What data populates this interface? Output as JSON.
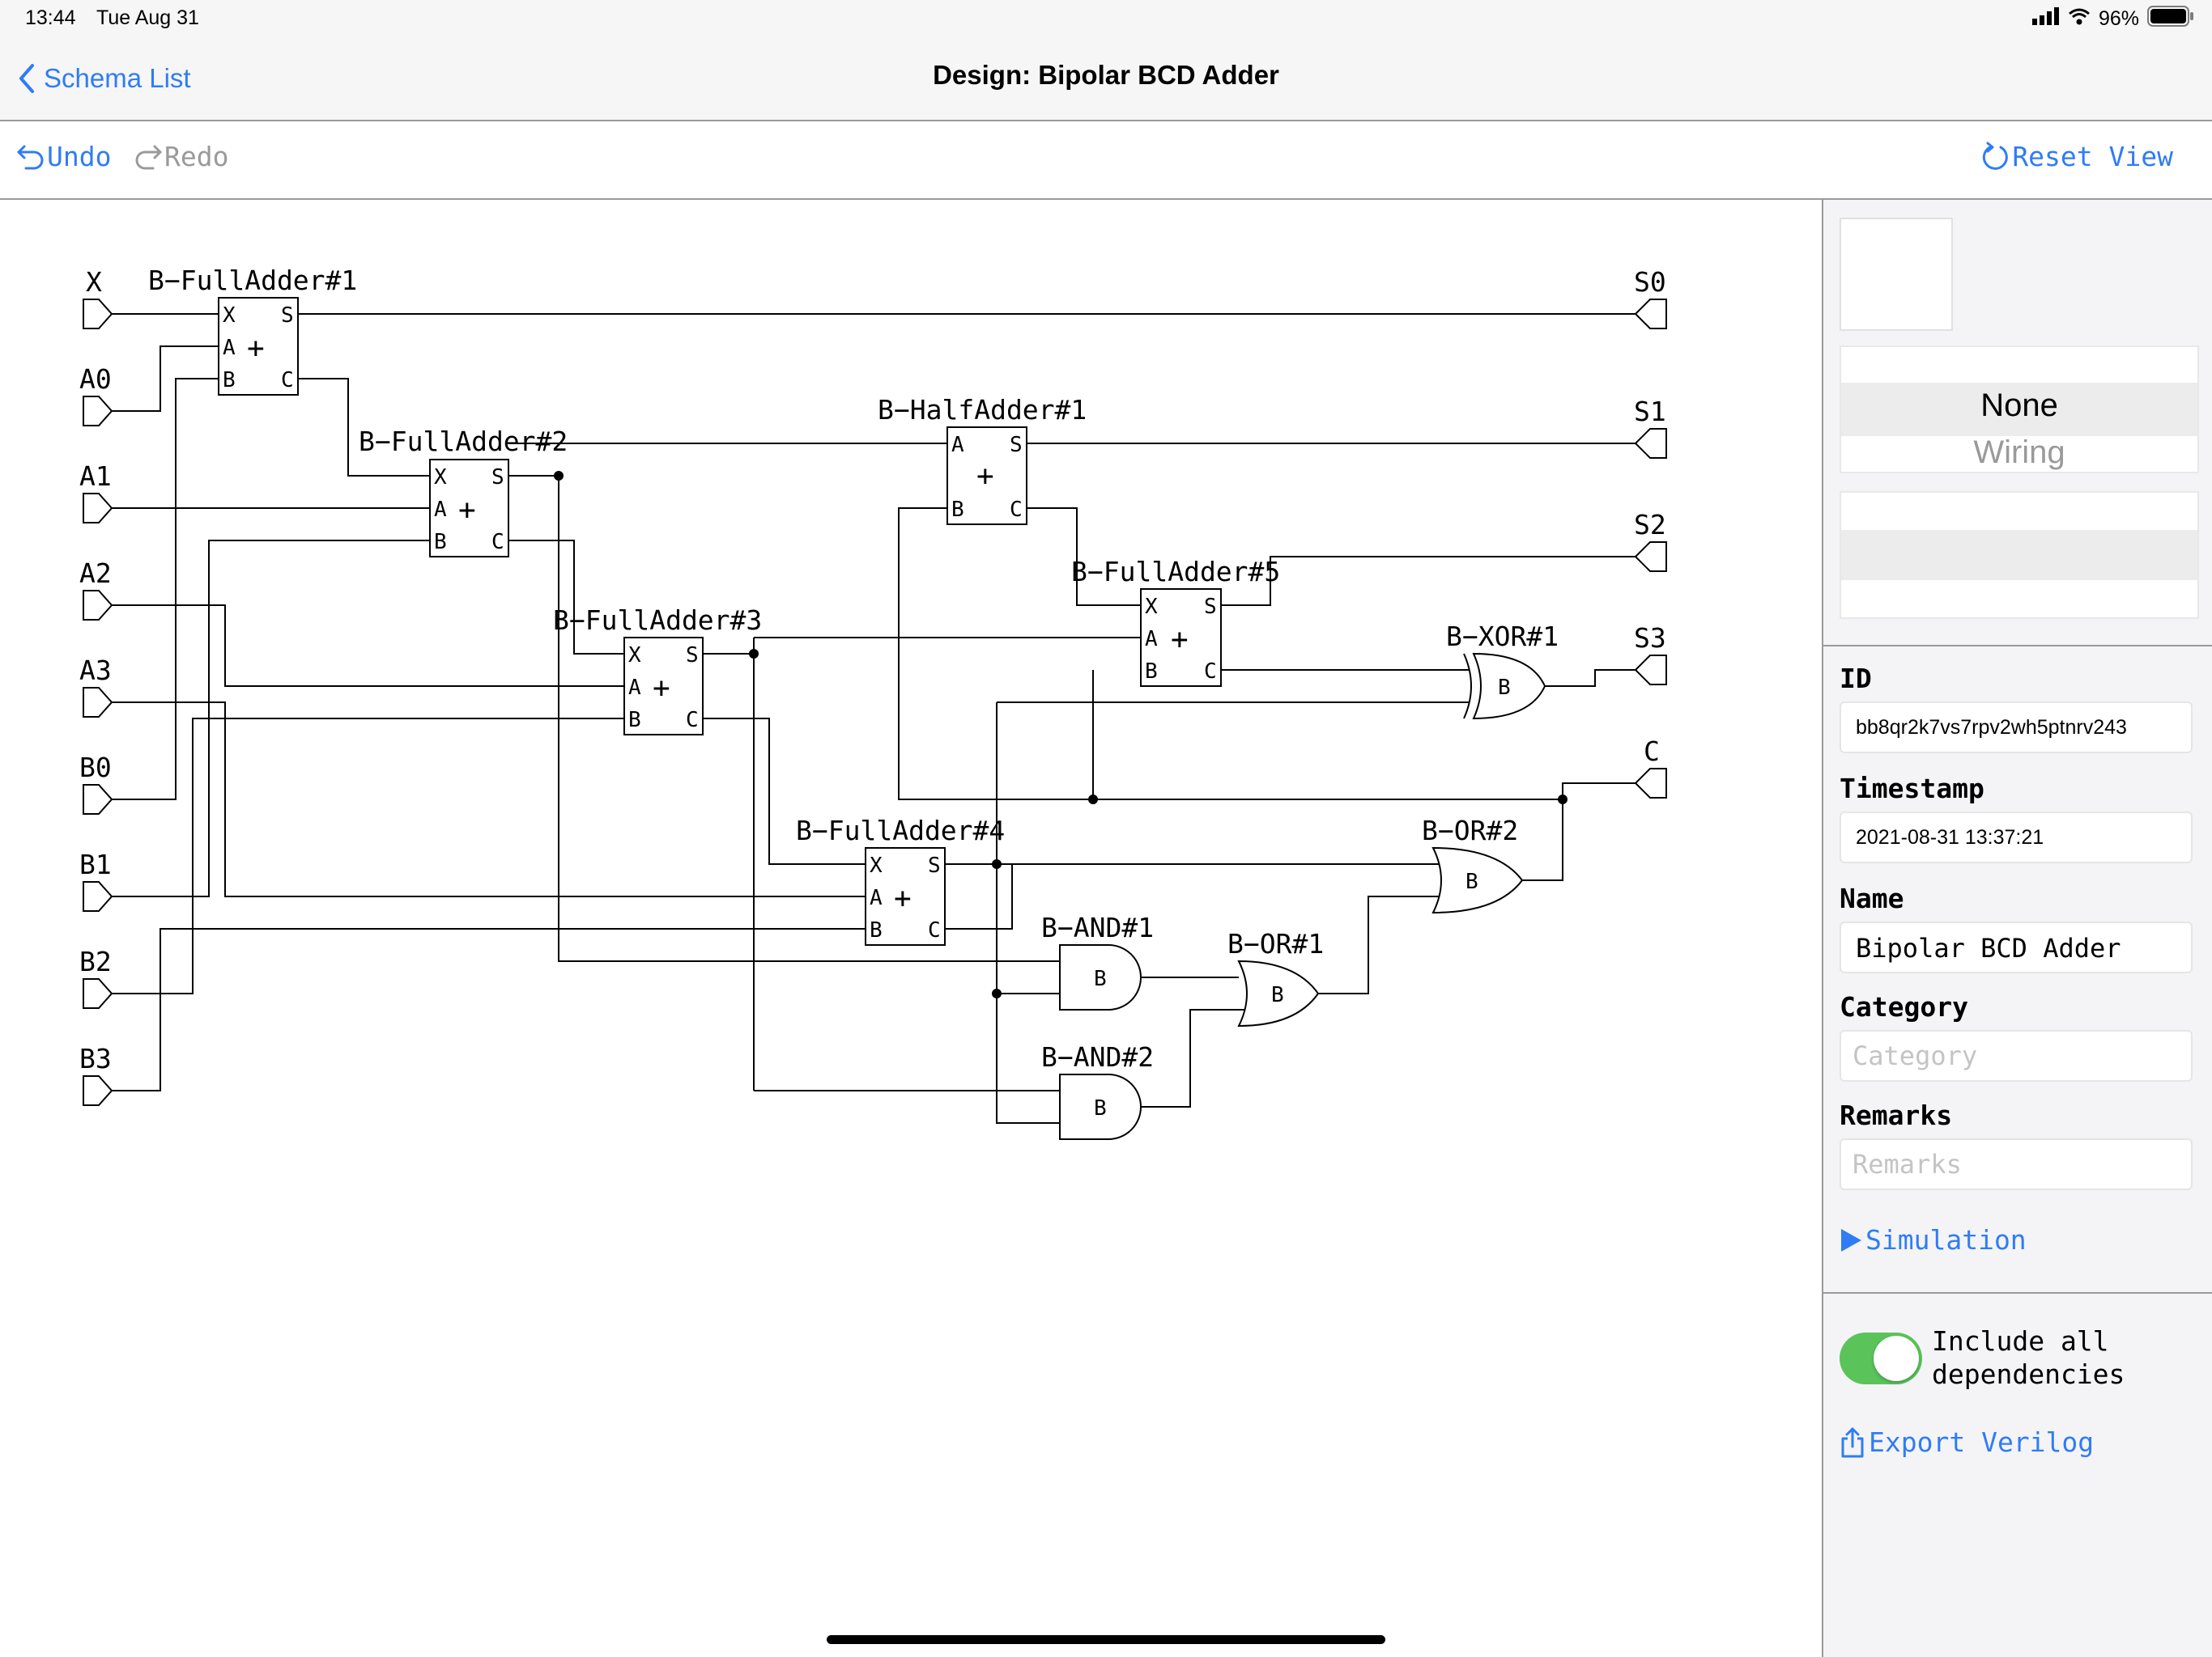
{
  "status": {
    "time": "13:44",
    "date": "Tue Aug 31",
    "battery": "96%"
  },
  "nav": {
    "back_label": "Schema List",
    "title": "Design: Bipolar BCD Adder"
  },
  "toolbar": {
    "undo": "Undo",
    "redo": "Redo",
    "reset": "Reset View"
  },
  "schematic": {
    "inputs": [
      "X",
      "A0",
      "A1",
      "A2",
      "A3",
      "B0",
      "B1",
      "B2",
      "B3"
    ],
    "outputs": [
      "S0",
      "S1",
      "S2",
      "S3",
      "C"
    ],
    "components": {
      "fa1": "B−FullAdder#1",
      "fa2": "B−FullAdder#2",
      "fa3": "B−FullAdder#3",
      "fa4": "B−FullAdder#4",
      "fa5": "B−FullAdder#5",
      "ha1": "B−HalfAdder#1",
      "xor1": "B−XOR#1",
      "or1": "B−OR#1",
      "or2": "B−OR#2",
      "and1": "B−AND#1",
      "and2": "B−AND#2"
    },
    "pins": {
      "x": "X",
      "a": "A",
      "b": "B",
      "s": "S",
      "c": "C",
      "plus": "+",
      "gate": "B"
    }
  },
  "inspector": {
    "picker1": {
      "selected": "None",
      "next": "Wiring"
    },
    "id_label": "ID",
    "id_value": "bb8qr2k7vs7rpv2wh5ptnrv243",
    "timestamp_label": "Timestamp",
    "timestamp_value": "2021-08-31 13:37:21",
    "name_label": "Name",
    "name_value": "Bipolar BCD Adder",
    "category_label": "Category",
    "category_placeholder": "Category",
    "remarks_label": "Remarks",
    "remarks_placeholder": "Remarks",
    "simulation": "Simulation",
    "include_label": "Include all dependencies",
    "include_on": true,
    "export": "Export Verilog"
  },
  "colors": {
    "accent": "#2f7cf6",
    "toggle_on": "#5ac45a",
    "divider": "#9a9a9a"
  }
}
